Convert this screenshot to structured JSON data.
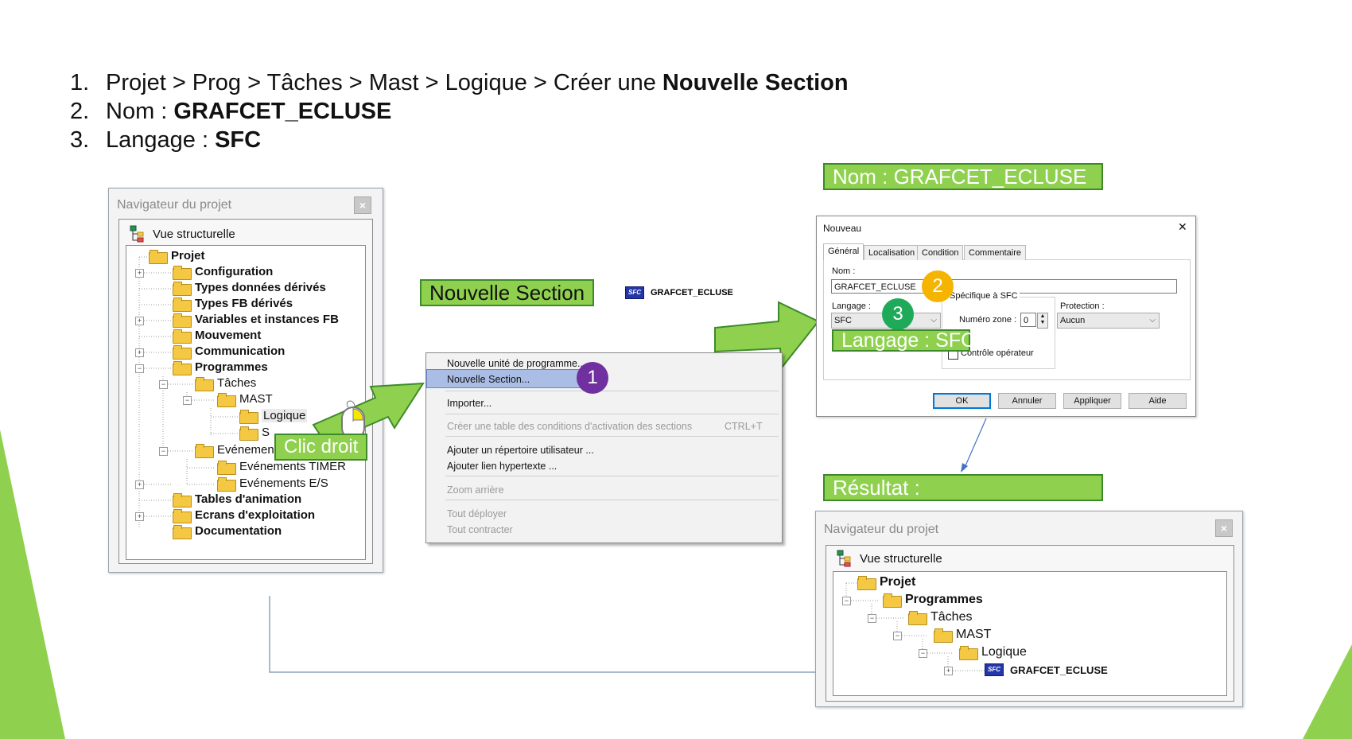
{
  "instructions": [
    {
      "num": "1.",
      "text": "Projet > Prog > Tâches > Mast > Logique > Créer une ",
      "bold": "Nouvelle Section"
    },
    {
      "num": "2.",
      "text": "Nom : ",
      "bold": "GRAFCET_ECLUSE"
    },
    {
      "num": "3.",
      "text": "Langage : ",
      "bold": "SFC"
    }
  ],
  "labels": {
    "nom": "Nom : GRAFCET_ECLUSE",
    "nouvelle_section": "Nouvelle Section",
    "section_name": "GRAFCET_ECLUSE",
    "clic_droit": "Clic droit",
    "langage": "Langage : SFC",
    "resultat": "Résultat :"
  },
  "navigator_left": {
    "title": "Navigateur du projet",
    "close": "×",
    "view": "Vue structurelle",
    "items": [
      "Projet",
      "Configuration",
      "Types données dérivés",
      "Types FB dérivés",
      "Variables et instances FB",
      "Mouvement",
      "Communication",
      "Programmes",
      "Tâches",
      "MAST",
      "Logique",
      "S",
      "Evénemen",
      "Evénements TIMER",
      "Evénements E/S",
      "Tables d'animation",
      "Ecrans d'exploitation",
      "Documentation"
    ]
  },
  "context_menu": {
    "items": [
      "Nouvelle unité de programme...",
      "Nouvelle Section...",
      "Importer...",
      "Créer une table des conditions d'activation des sections",
      "Ajouter un répertoire utilisateur ...",
      "Ajouter lien hypertexte ...",
      "Zoom arrière",
      "Tout déployer",
      "Tout contracter"
    ],
    "shortcut": "CTRL+T"
  },
  "badges": [
    "1",
    "2",
    "3"
  ],
  "colors": {
    "green": "#8fd14f",
    "purple": "#7030a0",
    "orange": "#f5b400",
    "teal": "#1faa5a",
    "highlight": "#aabde4"
  },
  "dialog": {
    "title": "Nouveau",
    "close": "✕",
    "tabs": [
      "Général",
      "Localisation",
      "Condition",
      "Commentaire"
    ],
    "nom_label": "Nom :",
    "nom_value": "GRAFCET_ECLUSE",
    "langage_label": "Langage :",
    "langage_value": "SFC",
    "sfc_group": "Spécifique à SFC",
    "zone_label": "Numéro zone :",
    "zone_value": "0",
    "controle": "Contrôle opérateur",
    "protection_label": "Protection :",
    "protection_value": "Aucun",
    "buttons": [
      "OK",
      "Annuler",
      "Appliquer",
      "Aide"
    ]
  },
  "navigator_result": {
    "title": "Navigateur du projet",
    "close": "×",
    "view": "Vue structurelle",
    "items": [
      "Projet",
      "Programmes",
      "Tâches",
      "MAST",
      "Logique",
      "GRAFCET_ECLUSE"
    ]
  },
  "icons": [
    "folder-icon",
    "sfc-section-icon",
    "mouse-icon",
    "arrow-icon",
    "structure-view-icon"
  ]
}
